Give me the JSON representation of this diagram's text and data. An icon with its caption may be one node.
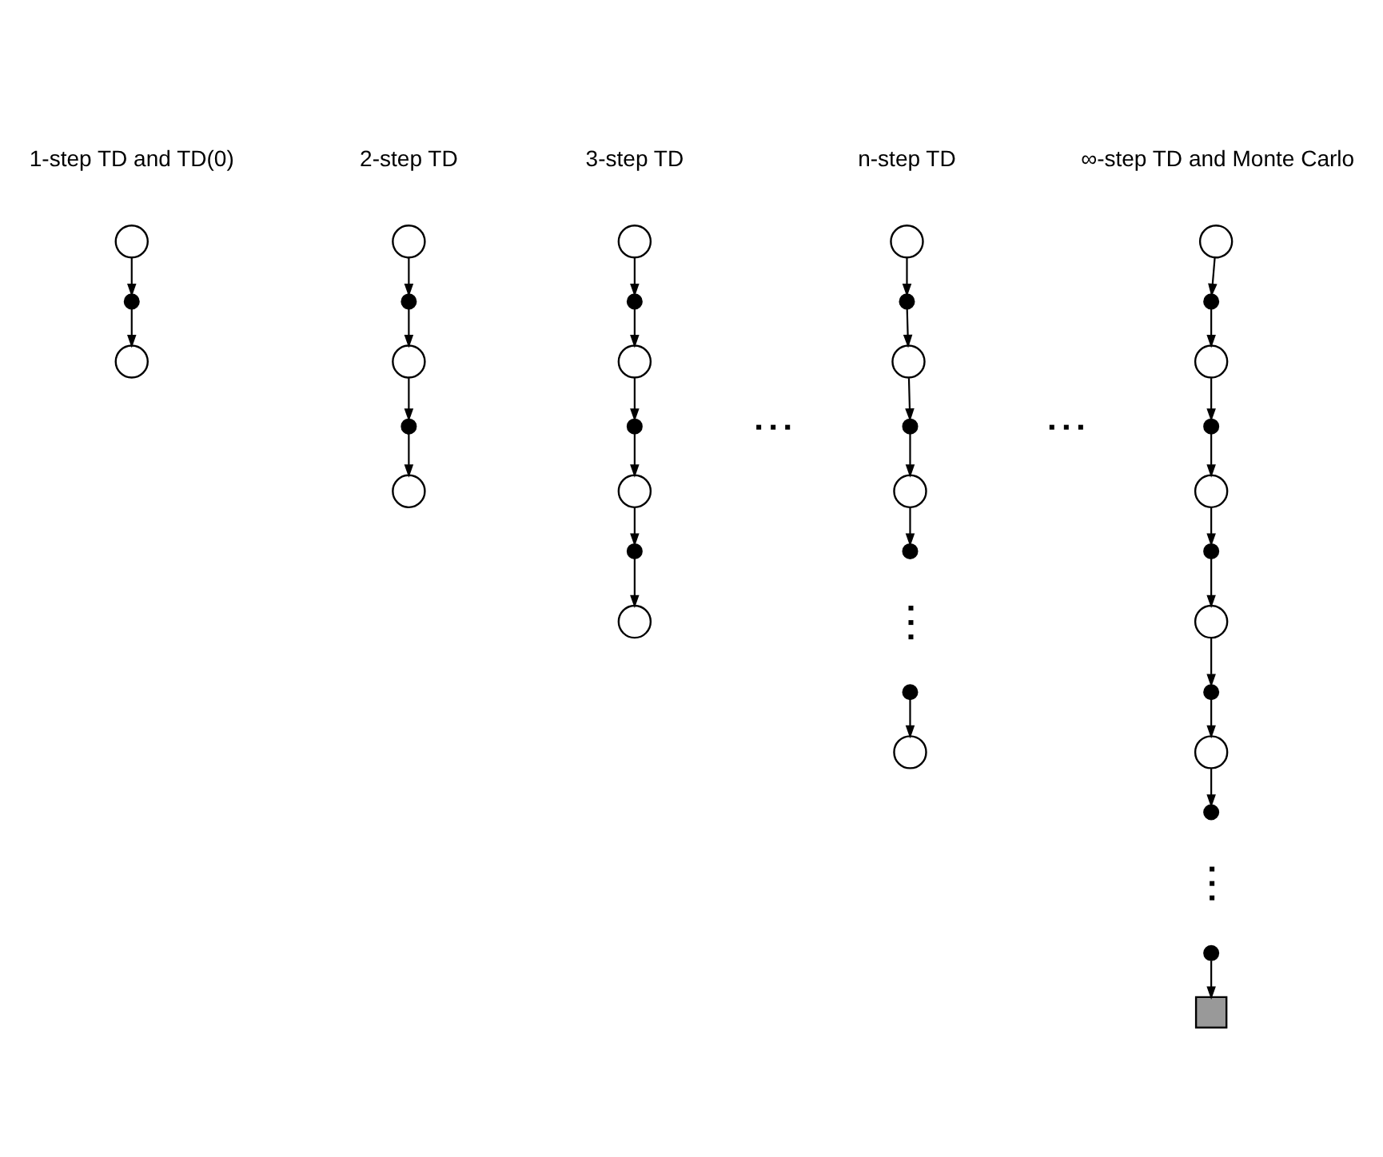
{
  "diagram": {
    "nodes": [
      {
        "text": [],
        "shape": "circle"
      },
      {
        "text": [],
        "shape": "dot"
      },
      {
        "text": [],
        "shape": "circle"
      },
      {
        "text": [],
        "shape": "circle"
      },
      {
        "text": [],
        "shape": "dot"
      },
      {
        "text": [],
        "shape": "circle"
      },
      {
        "text": [],
        "shape": "dot"
      },
      {
        "text": [],
        "shape": "circle"
      },
      {
        "text": [],
        "shape": "circle"
      },
      {
        "text": [],
        "shape": "dot"
      },
      {
        "text": [],
        "shape": "circle"
      },
      {
        "text": [],
        "shape": "dot"
      },
      {
        "text": [],
        "shape": "circle"
      },
      {
        "text": [],
        "shape": "dot"
      },
      {
        "text": [],
        "shape": "circle"
      },
      {
        "text": [],
        "shape": "circle"
      },
      {
        "text": [],
        "shape": "dot"
      },
      {
        "text": [],
        "shape": "circle"
      },
      {
        "text": [],
        "shape": "dot"
      },
      {
        "text": [],
        "shape": "circle"
      },
      {
        "text": [],
        "shape": "dot"
      },
      {
        "text": [],
        "shape": "dot"
      },
      {
        "text": [],
        "shape": "circle"
      },
      {
        "text": [],
        "shape": "circle"
      },
      {
        "text": [],
        "shape": "dot"
      },
      {
        "text": [],
        "shape": "circle"
      },
      {
        "text": [],
        "shape": "dot"
      },
      {
        "text": [],
        "shape": "circle"
      },
      {
        "text": [],
        "shape": "dot"
      },
      {
        "text": [],
        "shape": "circle"
      },
      {
        "text": [],
        "shape": "dot"
      },
      {
        "text": [],
        "shape": "circle"
      },
      {
        "text": [],
        "shape": "dot"
      },
      {
        "text": [],
        "shape": "dot"
      },
      {
        "text": [],
        "shape": "box"
      }
    ],
    "edges": [
      {
        "from": 0,
        "to": 1,
        "arrow": "to"
      },
      {
        "from": 1,
        "to": 2,
        "arrow": "to"
      },
      {
        "from": 3,
        "to": 4,
        "arrow": "to"
      },
      {
        "from": 4,
        "to": 5,
        "arrow": "to"
      },
      {
        "from": 5,
        "to": 6,
        "arrow": "to"
      },
      {
        "from": 6,
        "to": 7,
        "arrow": "to"
      },
      {
        "from": 8,
        "to": 9,
        "arrow": "to"
      },
      {
        "from": 9,
        "to": 10,
        "arrow": "to"
      },
      {
        "from": 10,
        "to": 11,
        "arrow": "to"
      },
      {
        "from": 11,
        "to": 12,
        "arrow": "to"
      },
      {
        "from": 12,
        "to": 13,
        "arrow": "to"
      },
      {
        "from": 13,
        "to": 14,
        "arrow": "to"
      },
      {
        "from": 15,
        "to": 16,
        "arrow": "to"
      },
      {
        "from": 16,
        "to": 17,
        "arrow": "to"
      },
      {
        "from": 17,
        "to": 18,
        "arrow": "to"
      },
      {
        "from": 18,
        "to": 19,
        "arrow": "to"
      },
      {
        "from": 19,
        "to": 20,
        "arrow": "to"
      },
      {
        "from": 21,
        "to": 22,
        "arrow": "to"
      },
      {
        "from": 23,
        "to": 24,
        "arrow": "to"
      },
      {
        "from": 24,
        "to": 25,
        "arrow": "to"
      },
      {
        "from": 25,
        "to": 26,
        "arrow": "to"
      },
      {
        "from": 26,
        "to": 27,
        "arrow": "to"
      },
      {
        "from": 27,
        "to": 28,
        "arrow": "to"
      },
      {
        "from": 28,
        "to": 29,
        "arrow": "to"
      },
      {
        "from": 29,
        "to": 30,
        "arrow": "to"
      },
      {
        "from": 30,
        "to": 31,
        "arrow": "to"
      },
      {
        "from": 31,
        "to": 32,
        "arrow": "to"
      },
      {
        "from": 33,
        "to": 34,
        "arrow": "to"
      }
    ],
    "labels": [
      "1-step TD and TD(0)",
      "2-step TD",
      "3-step TD",
      "n-step TD",
      "∞-step TD and Monte Carlo"
    ]
  }
}
